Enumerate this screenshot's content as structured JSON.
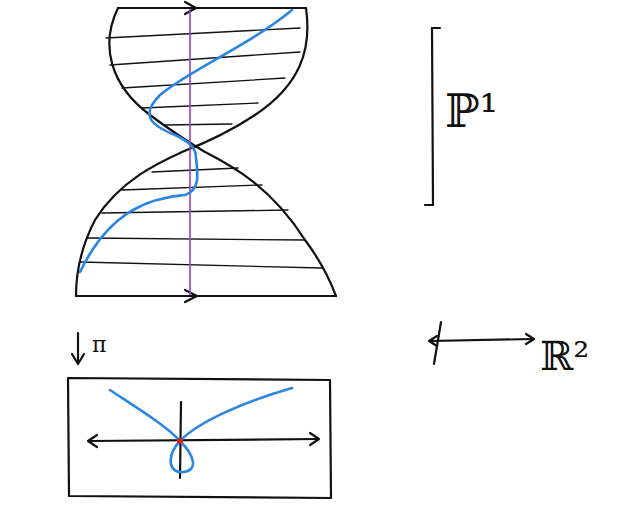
{
  "diagram": {
    "labels": [
      "ℙ¹",
      "π",
      "ℝ²"
    ]
  }
}
